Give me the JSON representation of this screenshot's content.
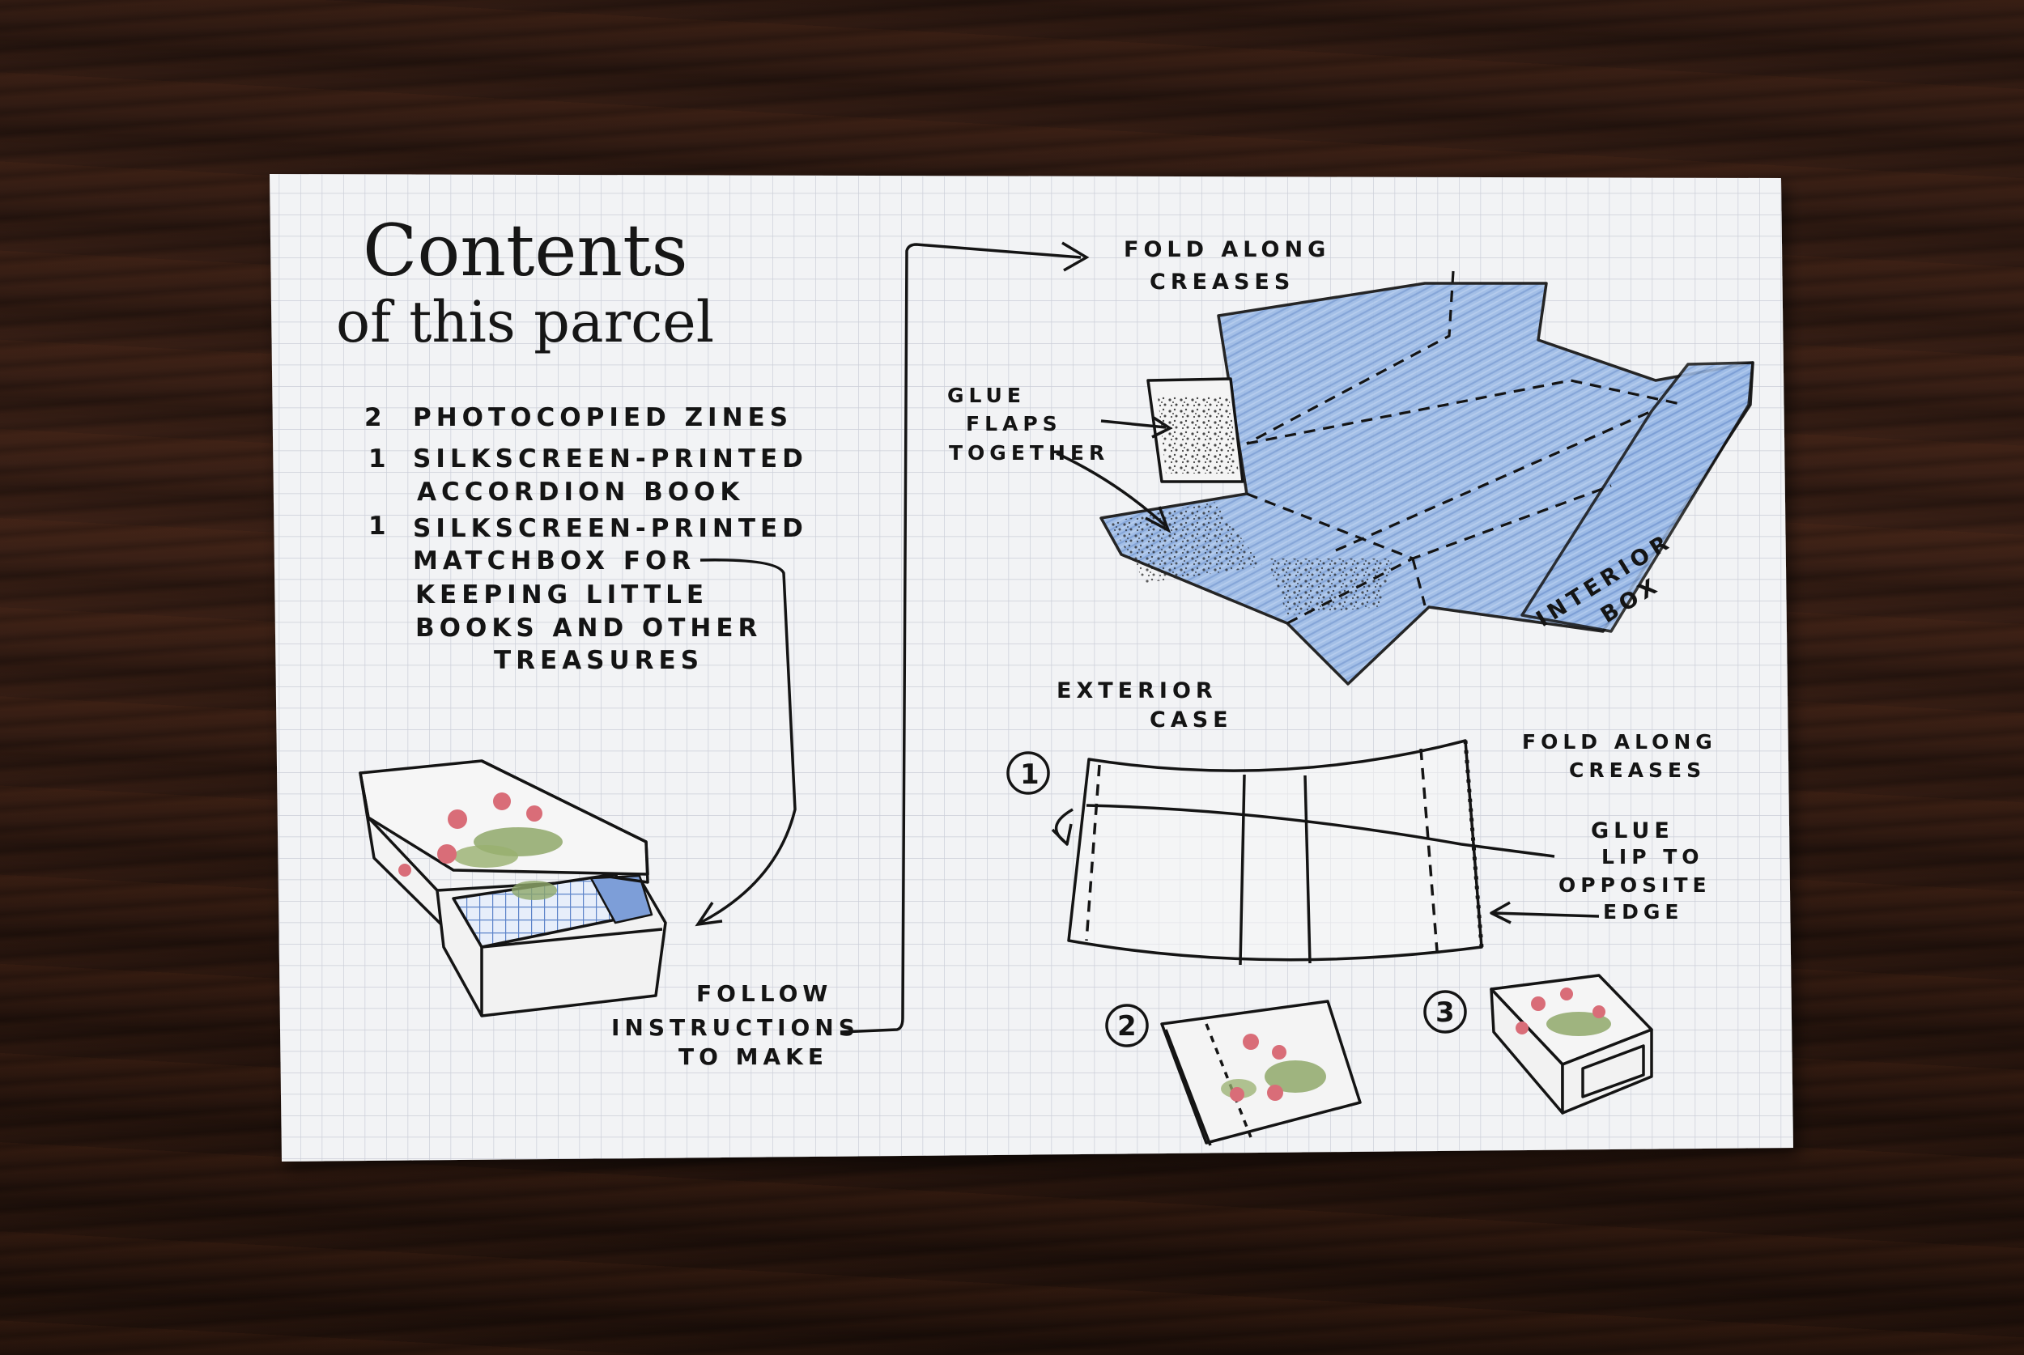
{
  "title": {
    "line1": "Contents",
    "line2": "of this parcel"
  },
  "contents_list": [
    {
      "qty": "2",
      "lines": [
        "PHOTOCOPIED ZINES"
      ]
    },
    {
      "qty": "1",
      "lines": [
        "SILKSCREEN-PRINTED",
        "ACCORDION BOOK"
      ]
    },
    {
      "qty": "1",
      "lines": [
        "SILKSCREEN-PRINTED",
        "MATCHBOX FOR",
        "KEEPING LITTLE",
        "BOOKS AND OTHER",
        "TREASURES"
      ]
    }
  ],
  "follow_instructions": [
    "FOLLOW",
    "INSTRUCTIONS",
    "TO MAKE"
  ],
  "interior": {
    "fold_label": [
      "FOLD ALONG",
      "CREASES"
    ],
    "glue_label": [
      "GLUE",
      "FLAPS",
      "TOGETHER"
    ],
    "box_label": [
      "INTERIOR",
      "BOX"
    ]
  },
  "exterior": {
    "case_label": [
      "EXTERIOR",
      "CASE"
    ],
    "fold_label": [
      "FOLD ALONG",
      "CREASES"
    ],
    "glue_label": [
      "GLUE",
      "LIP TO",
      "OPPOSITE",
      "EDGE"
    ]
  },
  "steps": [
    "1",
    "2",
    "3"
  ],
  "colors": {
    "paper": "#f2f3f5",
    "grid": "#c9ccd6",
    "ink": "#141414",
    "blue_pencil": "#8fb0df",
    "rose": "#d9707a",
    "leaf": "#8fa86a",
    "wood": "#2f1a12"
  }
}
